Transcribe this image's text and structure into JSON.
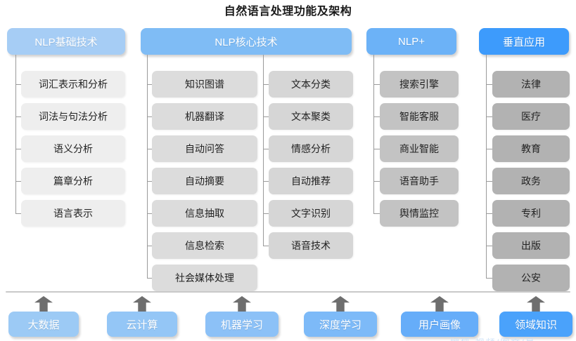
{
  "title": "自然语言处理功能及架构",
  "columns": [
    {
      "id": "nlp-basic",
      "header": "NLP基础技术",
      "header_color": "#a6cdf5",
      "item_color": "#eeeeee",
      "items": [
        "词汇表示和分析",
        "词法与句法分析",
        "语义分析",
        "篇章分析",
        "语言表示"
      ]
    },
    {
      "id": "nlp-core",
      "header": "NLP核心技术",
      "header_color": "#7fbcf5",
      "item_color": "#dcdcdc",
      "items": [
        "知识图谱",
        "机器翻译",
        "自动问答",
        "自动摘要",
        "信息抽取",
        "信息检索",
        "社会媒体处理"
      ]
    },
    {
      "id": "nlp-core-b",
      "header": "",
      "header_color": "#7fbcf5",
      "item_color": "#d6d6d6",
      "items": [
        "文本分类",
        "文本聚类",
        "情感分析",
        "自动推荐",
        "文字识别",
        "语音技术"
      ]
    },
    {
      "id": "nlp-plus",
      "header": "NLP+",
      "header_color": "#6cb2f7",
      "item_color": "#c3c3c3",
      "items": [
        "搜索引擎",
        "智能客服",
        "商业智能",
        "语音助手",
        "舆情监控"
      ]
    },
    {
      "id": "vertical-app",
      "header": "垂直应用",
      "header_color": "#3d9bfc",
      "item_color": "#b2b2b2",
      "items": [
        "法律",
        "医疗",
        "教育",
        "政务",
        "专利",
        "出版",
        "公安"
      ]
    }
  ],
  "foundation": {
    "items": [
      {
        "label": "大数据",
        "color": "#9ccaf5"
      },
      {
        "label": "云计算",
        "color": "#94c6f6"
      },
      {
        "label": "机器学习",
        "color": "#8cc1f7"
      },
      {
        "label": "深度学习",
        "color": "#7dbaf8"
      },
      {
        "label": "用户画像",
        "color": "#66adf9"
      },
      {
        "label": "领域知识",
        "color": "#4aa2fb"
      }
    ]
  },
  "watermark": "搜狐 视频/图文/号"
}
